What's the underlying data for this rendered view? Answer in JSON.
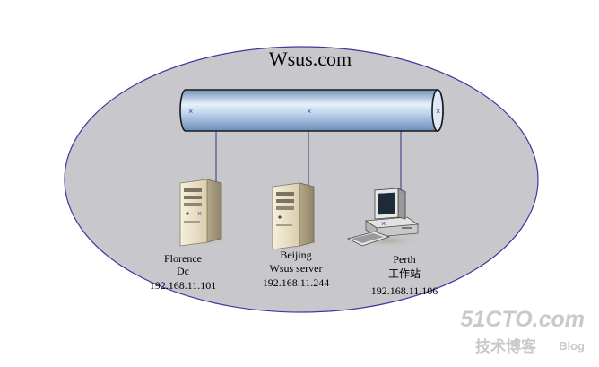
{
  "domain": {
    "title": "Wsus.com"
  },
  "nodes": [
    {
      "id": "florence",
      "kind": "server",
      "lines": [
        "Florence",
        "Dc",
        "192.168.11.101"
      ]
    },
    {
      "id": "beijing",
      "kind": "server",
      "lines": [
        "Beijing",
        "Wsus server",
        "192.168.11.244"
      ]
    },
    {
      "id": "perth",
      "kind": "workstation",
      "lines": [
        "Perth",
        "工作站",
        "192.168.11.106"
      ]
    }
  ],
  "watermark": {
    "site": "51CTO.com",
    "subtitle": "技术博客",
    "blog": "Blog"
  },
  "colors": {
    "ellipse_fill": "#c8c8cc",
    "ellipse_stroke": "#3a3aa0",
    "pipe_light": "#cfe0f2",
    "pipe_dark": "#7e9ec4",
    "link_line": "#4a4a8a",
    "watermark": "#c9c9c9"
  }
}
